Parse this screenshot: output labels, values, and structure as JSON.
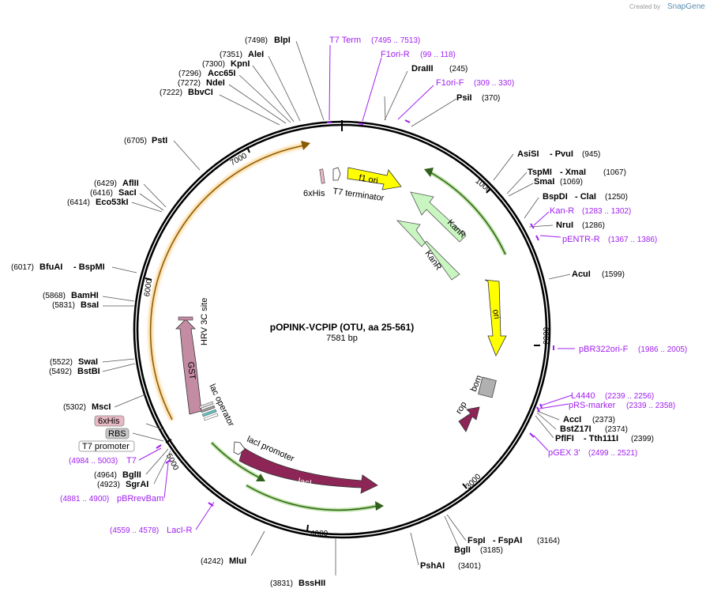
{
  "credit": {
    "created_by": "Created by",
    "brand": "SnapGene"
  },
  "plasmid": {
    "name": "pOPINK-VCPIP (OTU, aa 25-561)",
    "size": "7581 bp"
  },
  "ticks": [
    "1000",
    "2000",
    "3000",
    "4000",
    "5000",
    "6000",
    "7000"
  ],
  "enzymes": [
    {
      "pos": "(7498)",
      "name": "BlpI"
    },
    {
      "pos": "(7351)",
      "name": "AleI"
    },
    {
      "pos": "(7300)",
      "name": "KpnI"
    },
    {
      "pos": "(7296)",
      "name": "Acc65I"
    },
    {
      "pos": "(7272)",
      "name": "NdeI"
    },
    {
      "pos": "(7222)",
      "name": "BbvCI"
    },
    {
      "pos": "(6705)",
      "name": "PstI"
    },
    {
      "pos": "(6429)",
      "name": "AflII"
    },
    {
      "pos": "(6416)",
      "name": "SacI"
    },
    {
      "pos": "(6414)",
      "name": "Eco53kI"
    },
    {
      "pos": "(6017)",
      "name": "BfuAI",
      "name2": "- BspMI"
    },
    {
      "pos": "(5868)",
      "name": "BamHI"
    },
    {
      "pos": "(5831)",
      "name": "BsaI"
    },
    {
      "pos": "(5522)",
      "name": "SwaI"
    },
    {
      "pos": "(5492)",
      "name": "BstBI"
    },
    {
      "pos": "(5302)",
      "name": "MscI"
    },
    {
      "pos": "(4964)",
      "name": "BglII"
    },
    {
      "pos": "(4923)",
      "name": "SgrAI"
    },
    {
      "pos": "(4242)",
      "name": "MluI"
    },
    {
      "pos": "(3831)",
      "name": "BssHII"
    },
    {
      "name": "DraIII",
      "pos": "(245)"
    },
    {
      "name": "PsiI",
      "pos": "(370)"
    },
    {
      "name": "AsiSI",
      "name2": "- PvuI",
      "pos": "(945)"
    },
    {
      "name": "TspMI",
      "name2": "- XmaI",
      "pos": "(1067)"
    },
    {
      "name": "SmaI",
      "pos": "(1069)"
    },
    {
      "name": "BspDI",
      "name2": "- ClaI",
      "pos": "(1250)"
    },
    {
      "name": "NruI",
      "pos": "(1286)"
    },
    {
      "name": "AcuI",
      "pos": "(1599)"
    },
    {
      "name": "AccI",
      "pos": "(2373)"
    },
    {
      "name": "BstZ17I",
      "pos": "(2374)"
    },
    {
      "name": "PflFI",
      "name2": "- Tth111I",
      "pos": "(2399)"
    },
    {
      "name": "FspI",
      "name2": "- FspAI",
      "pos": "(3164)"
    },
    {
      "name": "BglI",
      "pos": "(3185)"
    },
    {
      "name": "PshAI",
      "pos": "(3401)"
    }
  ],
  "primers": [
    {
      "name": "T7 Term",
      "pos": "(7495 .. 7513)"
    },
    {
      "name": "F1ori-R",
      "pos": "(99 .. 118)"
    },
    {
      "name": "F1ori-F",
      "pos": "(309 .. 330)"
    },
    {
      "name": "Kan-R",
      "pos": "(1283 .. 1302)"
    },
    {
      "name": "pENTR-R",
      "pos": "(1367 .. 1386)"
    },
    {
      "name": "pBR322ori-F",
      "pos": "(1986 .. 2005)"
    },
    {
      "name": "L4440",
      "pos": "(2239 .. 2256)"
    },
    {
      "name": "pRS-marker",
      "pos": "(2339 .. 2358)"
    },
    {
      "name": "pGEX 3'",
      "pos": "(2499 .. 2521)"
    },
    {
      "name": "T7",
      "pos": "(4984 .. 5003)"
    },
    {
      "name": "pBRrevBam",
      "pos": "(4881 .. 4900)"
    },
    {
      "name": "LacI-R",
      "pos": "(4559 .. 4578)"
    }
  ],
  "features": {
    "f1_ori": "f1 ori",
    "kanr_a": "KanR",
    "kanr_b": "KanR",
    "ori": "ori",
    "bom": "bom",
    "rop": "rop",
    "laci": "lacI",
    "laci_promoter": "lacI promoter",
    "lac_operator": "lac operator",
    "gst": "GST",
    "hrv": "HRV 3C site",
    "his": "6xHis",
    "t7_terminator": "T7 terminator"
  },
  "boxed_features": [
    {
      "label": "6xHis",
      "fill": "#e8b9c4"
    },
    {
      "label": "RBS",
      "fill": "#c8c8c8"
    },
    {
      "label": "T7 promoter",
      "fill": "#ffffff"
    }
  ],
  "colors": {
    "primer": "#a020f0",
    "laci": "#8e2557",
    "gst": "#c48ca3",
    "kan": "#c8f5c0",
    "yellow": "#ffff00",
    "orange": "#f5a623"
  }
}
